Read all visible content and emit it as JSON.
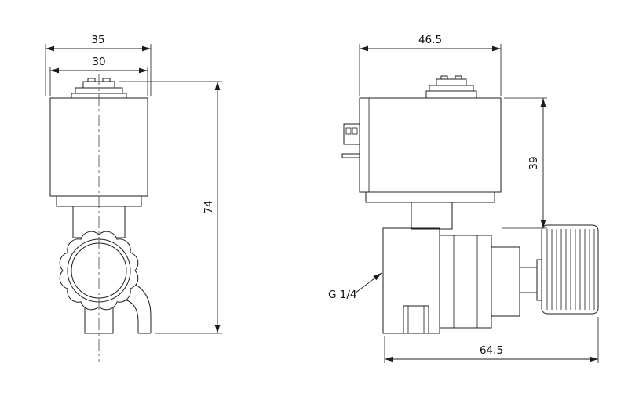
{
  "drawing": {
    "background": "#ffffff",
    "line_color": "#1c1c1c",
    "front_view": {
      "dim_width_outer": "35",
      "dim_width_inner": "30",
      "dim_height": "74"
    },
    "side_view": {
      "dim_width_top": "46.5",
      "dim_coil_height": "39",
      "dim_length_bottom": "64.5",
      "port_label": "G 1/4"
    }
  }
}
